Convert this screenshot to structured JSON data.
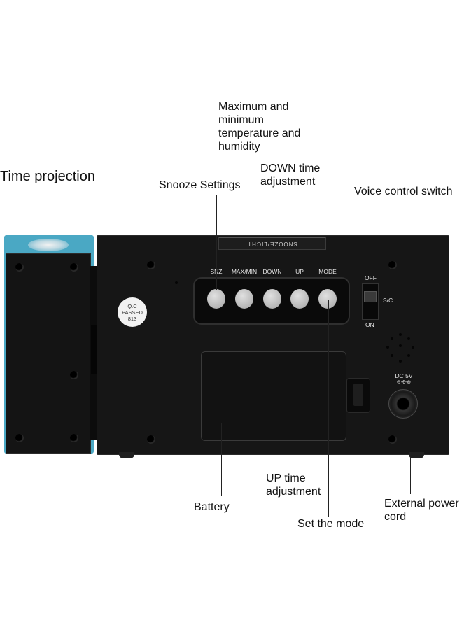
{
  "callouts": {
    "time_projection": "Time projection",
    "max_min_line1": "Maximum and",
    "max_min_line2": "minimum",
    "max_min_line3": "temperature and",
    "max_min_line4": "humidity",
    "snooze_settings": "Snooze Settings",
    "down_line1": "DOWN time",
    "down_line2": "adjustment",
    "voice_control": "Voice control switch",
    "up_line1": "UP time",
    "up_line2": "adjustment",
    "battery": "Battery",
    "set_mode": "Set the mode",
    "power_line1": "External power",
    "power_line2": "cord"
  },
  "device": {
    "top_button_label": "SNOOZE/LIGHT",
    "buttons": [
      {
        "label": "SNZ"
      },
      {
        "label": "MAX/MIN"
      },
      {
        "label": "DOWN"
      },
      {
        "label": "UP"
      },
      {
        "label": "MODE"
      }
    ],
    "switch": {
      "off": "OFF",
      "sc": "S/C",
      "on": "ON"
    },
    "qc_sticker": {
      "line1": "Q.C",
      "line2": "PASSED",
      "line3": "813"
    },
    "dc_label": "DC 5V",
    "dc_polarity": "⊖-€-⊕"
  },
  "colors": {
    "projector_accent": "#4aa8c4",
    "housing": "#161616",
    "buttons": "#c4c4c4"
  }
}
